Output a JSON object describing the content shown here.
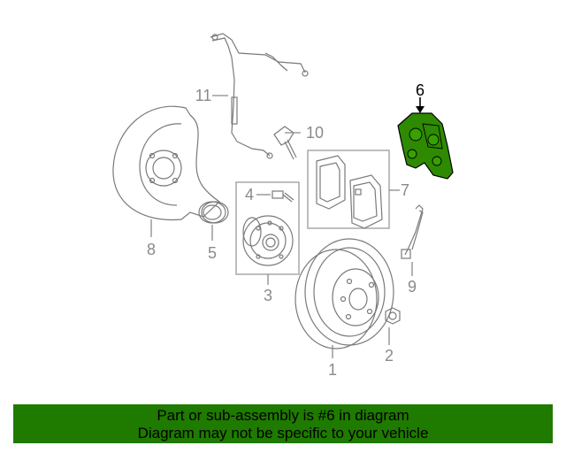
{
  "highlight_color": "#1f7a00",
  "callouts": {
    "c1": "1",
    "c2": "2",
    "c3": "3",
    "c4": "4",
    "c5": "5",
    "c6": "6",
    "c7": "7",
    "c8": "8",
    "c9": "9",
    "c10": "10",
    "c11": "11"
  },
  "banner": {
    "line1": "Part or sub-assembly is #6 in diagram",
    "line2": "Diagram may not be specific to your vehicle"
  }
}
